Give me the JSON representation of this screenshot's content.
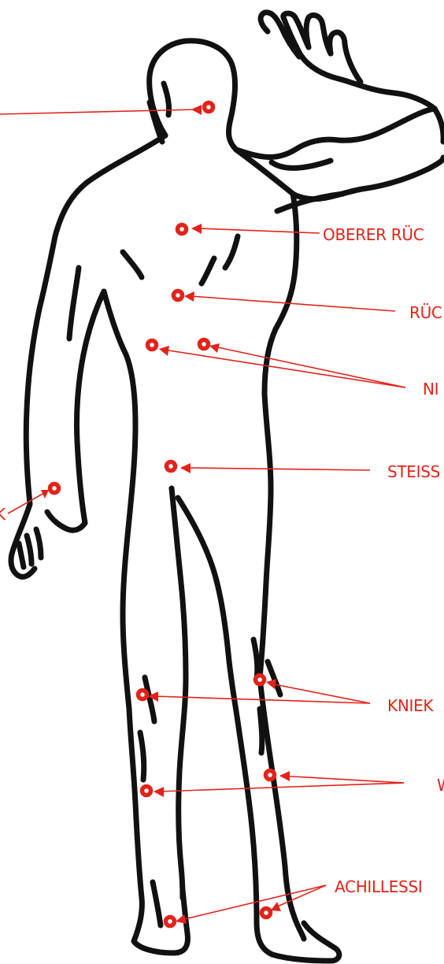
{
  "colors": {
    "accent": "#e2231a",
    "outline": "#111111",
    "background": "#ffffff"
  },
  "labels": {
    "upper_back": "OBERER RÜC",
    "back": "RÜC",
    "kidneys": "NI",
    "tailbone": "STEISS",
    "wrist": "K",
    "hollow_of_knee": "KNIEK",
    "calves": "W",
    "achilles": "ACHILLESSI"
  }
}
